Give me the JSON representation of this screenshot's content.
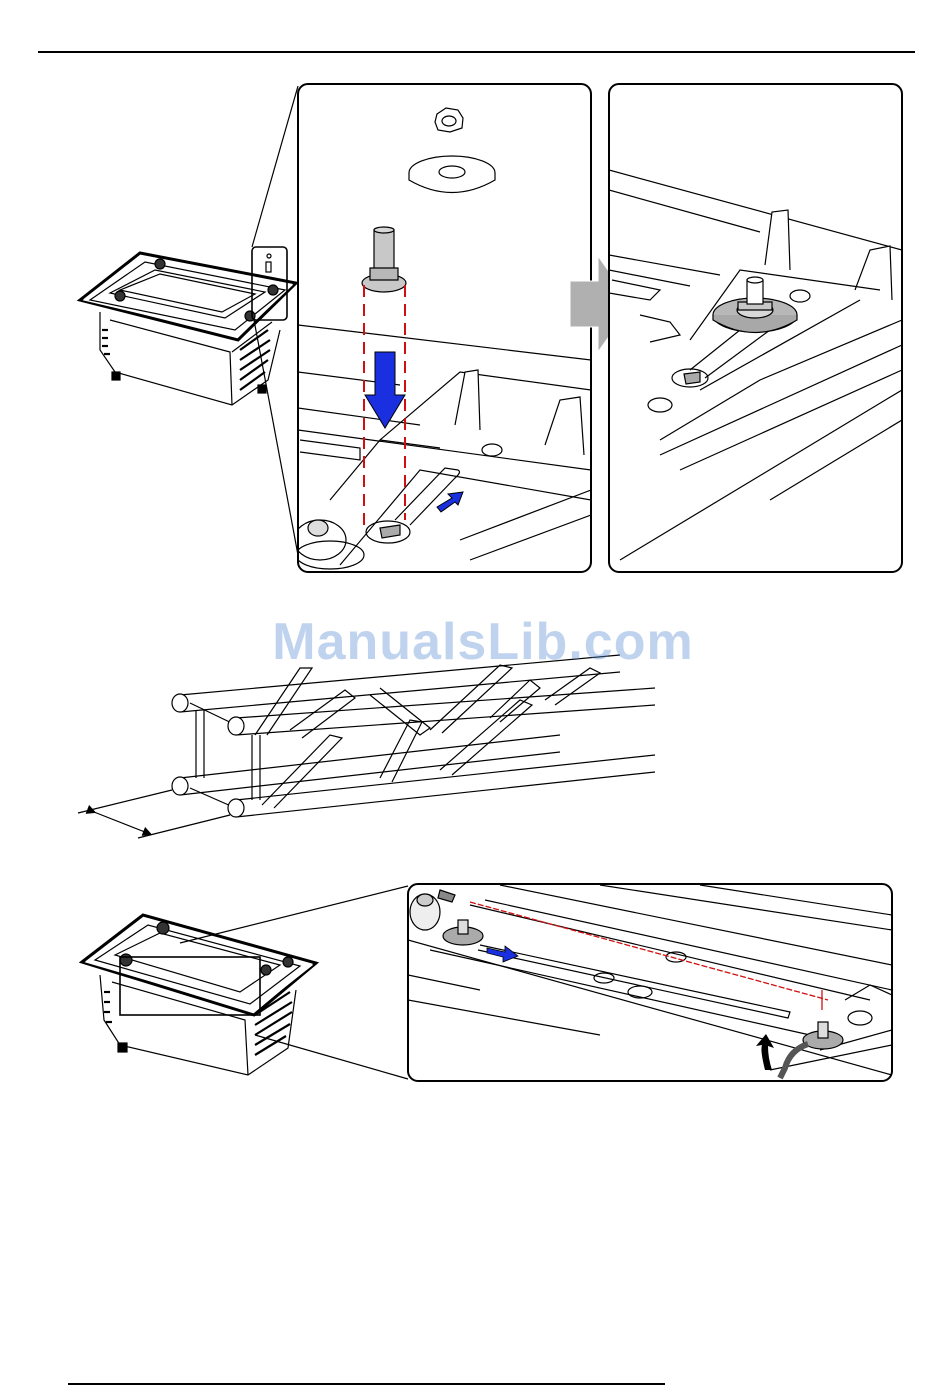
{
  "page": {
    "watermark": "ManualsLib.com"
  },
  "colors": {
    "arrow_blue": "#1a2fe0",
    "guide_red": "#d01010",
    "step_arrow_gray": "#b0b0b0",
    "part_gray": "#c8c8c8"
  },
  "figures": {
    "step1": {
      "icons": [
        "hex-nut",
        "washer",
        "bolt",
        "down-arrow",
        "slide-arrow"
      ]
    },
    "step2": {
      "icons": [
        "bolt-installed",
        "washer",
        "mounting-slot"
      ]
    },
    "truss": {
      "icons": [
        "truss-beam",
        "dimension-marker"
      ]
    },
    "step3": {
      "icons": [
        "rigging-frame",
        "slide-arrow",
        "rotate-arrow",
        "safety-cable"
      ]
    }
  }
}
